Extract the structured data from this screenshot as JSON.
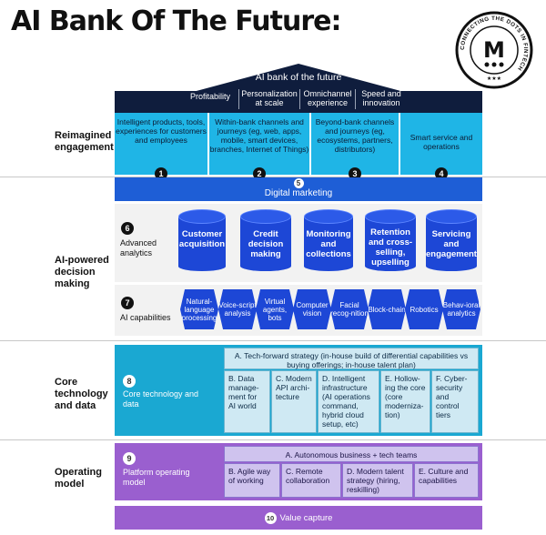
{
  "title": "AI Bank Of The Future:",
  "logo": {
    "letter": "M",
    "ring_text": "CONNECTING THE DOTS IN FINTECH",
    "stars": "★★★"
  },
  "roof": {
    "title": "AI bank of the future",
    "pillars": [
      "Profitability",
      "Personalization at scale",
      "Omnichannel experience",
      "Speed and innovation"
    ]
  },
  "rows": {
    "reimagined": "Reimagined engagement",
    "decision": "AI-powered decision making",
    "core": "Core technology and data",
    "operating": "Operating model"
  },
  "engagement": [
    {
      "num": "1",
      "text": "Intelligent products, tools, experiences for customers and employees"
    },
    {
      "num": "2",
      "text": "Within-bank channels and journeys (eg, web, apps, mobile, smart devices, branches, Internet of Things)"
    },
    {
      "num": "3",
      "text": "Beyond-bank channels and journeys (eg, ecosystems, partners, distributors)"
    },
    {
      "num": "4",
      "text": "Smart service and operations"
    }
  ],
  "digital_marketing": {
    "num": "5",
    "label": "Digital marketing"
  },
  "advanced_analytics": {
    "num": "6",
    "label": "Advanced analytics",
    "items": [
      "Customer acquisition",
      "Credit decision making",
      "Monitoring and collections",
      "Retention and cross-selling, upselling",
      "Servicing and engagement"
    ]
  },
  "ai_capabilities": {
    "num": "7",
    "label": "AI capabilities",
    "items": [
      "Natural-language processing",
      "Voice-script analysis",
      "Virtual agents, bots",
      "Computer vision",
      "Facial recog-nition",
      "Block-chain",
      "Robotics",
      "Behav-ioral analytics"
    ]
  },
  "core_tech": {
    "num": "8",
    "label": "Core technology and data",
    "top": "A. Tech-forward strategy (in-house build of differential capabilities vs buying offerings; in-house talent plan)",
    "cells": [
      "B. Data manage-ment for AI world",
      "C. Modern API archi-tecture",
      "D. Intelligent infrastructure (AI operations command, hybrid cloud setup, etc)",
      "E. Hollow-ing the core (core moderniza-tion)",
      "F. Cyber-security and control tiers"
    ]
  },
  "operating_model": {
    "num": "9",
    "label": "Platform operating model",
    "top": "A. Autonomous business + tech teams",
    "cells": [
      "B. Agile way of working",
      "C. Remote collaboration",
      "D. Modern talent strategy (hiring, reskilling)",
      "E. Culture and capabilities"
    ]
  },
  "value_capture": {
    "num": "10",
    "label": "Value capture"
  },
  "colors": {
    "roof": "#0f1d3d",
    "cyan": "#1fb5e6",
    "blue": "#1e5ed6",
    "teal": "#1aa8d2",
    "purple": "#9a5fcf"
  }
}
